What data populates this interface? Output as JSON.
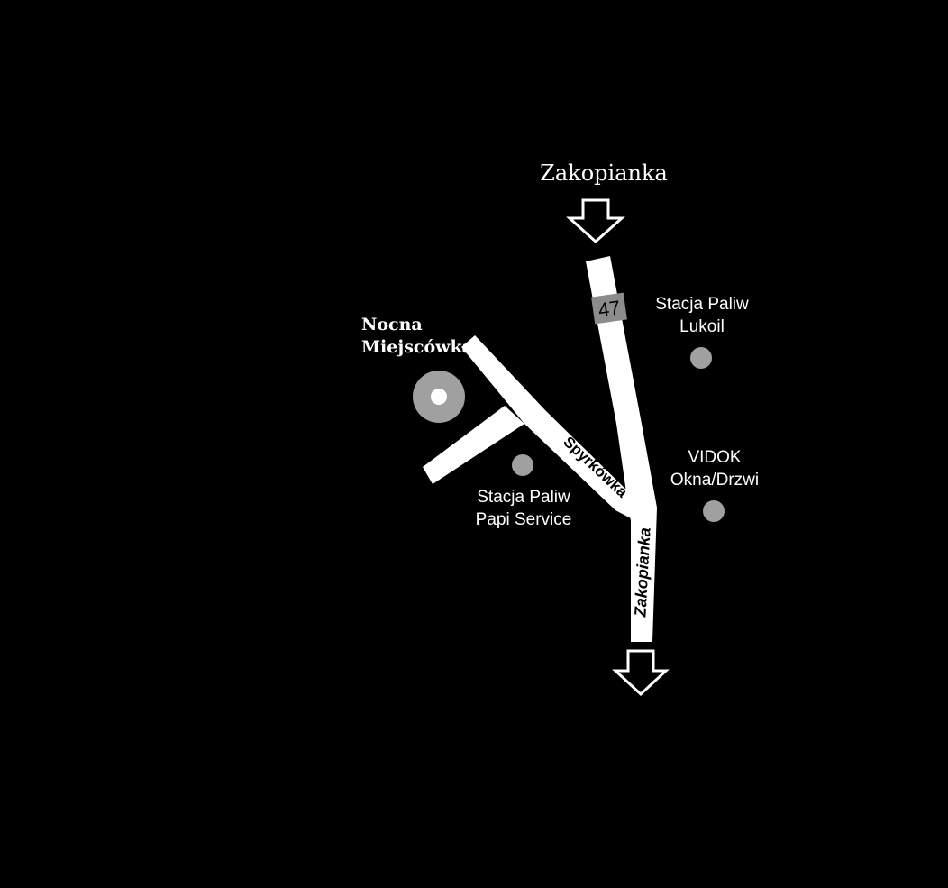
{
  "map": {
    "top_direction_label": "Zakopianka",
    "road_number": "47",
    "main_road_label": "Zakopianka",
    "side_road_label": "Spyrkówka",
    "destination": {
      "line1": "Nocna",
      "line2": "Miejscówka"
    },
    "pois": [
      {
        "line1": "Stacja Paliw",
        "line2": "Lukoil"
      },
      {
        "line1": "VIDOK",
        "line2": "Okna/Drzwi"
      },
      {
        "line1": "Stacja Paliw",
        "line2": "Papi Service"
      }
    ],
    "colors": {
      "background": "#000000",
      "road": "#ffffff",
      "poi": "#a0a0a0",
      "badge": "#8c8c8c"
    }
  }
}
